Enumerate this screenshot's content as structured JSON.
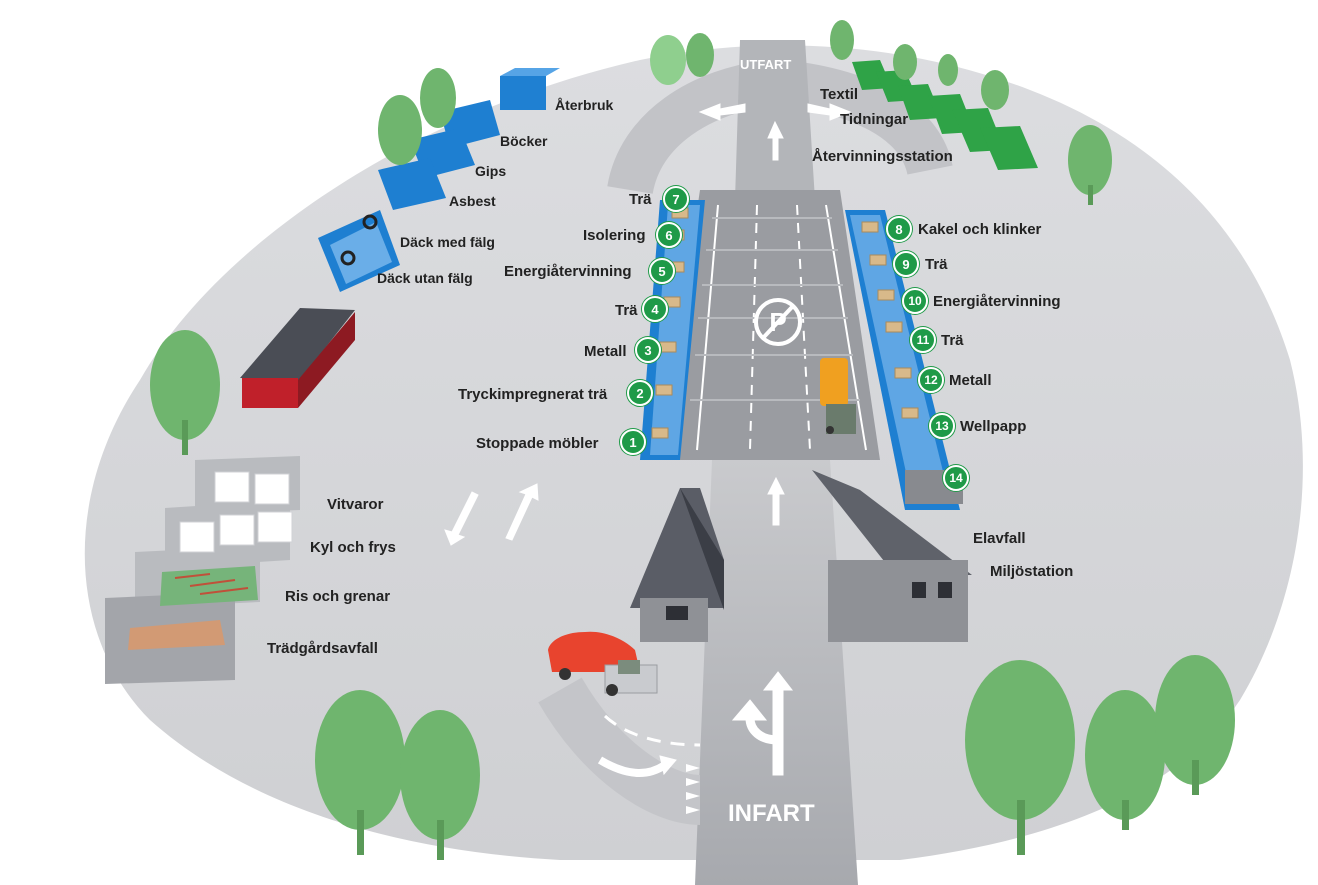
{
  "map": {
    "entrance": "INFART",
    "exit": "UTFART",
    "colors": {
      "ground": "#d4d5d8",
      "road": "#a9abb0",
      "container_blue": "#1e7fd1",
      "container_green": "#2fa347",
      "badge_green": "#1f9a48",
      "tree": "#6fb56e"
    },
    "icons": [
      "parking-icon",
      "arrow-icon",
      "tree-icon",
      "car-icon",
      "truck-icon"
    ],
    "left_stations": [
      {
        "number": "1",
        "label": "Stoppade möbler"
      },
      {
        "number": "2",
        "label": "Tryckimpregnerat trä"
      },
      {
        "number": "3",
        "label": "Metall"
      },
      {
        "number": "4",
        "label": "Trä"
      },
      {
        "number": "5",
        "label": "Energiåtervinning"
      },
      {
        "number": "6",
        "label": "Isolering"
      },
      {
        "number": "7",
        "label": "Trä"
      }
    ],
    "right_stations": [
      {
        "number": "8",
        "label": "Kakel och klinker"
      },
      {
        "number": "9",
        "label": "Trä"
      },
      {
        "number": "10",
        "label": "Energiåtervinning"
      },
      {
        "number": "11",
        "label": "Trä"
      },
      {
        "number": "12",
        "label": "Metall"
      },
      {
        "number": "13",
        "label": "Wellpapp"
      },
      {
        "number": "14",
        "label": ""
      }
    ],
    "top_left": {
      "aterbruk": "Återbruk",
      "bocker": "Böcker",
      "gips": "Gips",
      "asbest": "Asbest",
      "dack_med_falg": "Däck med fälg",
      "dack_utan_falg": "Däck utan fälg"
    },
    "top_right": {
      "textil": "Textil",
      "tidningar": "Tidningar",
      "atervinningsstation": "Återvinningsstation"
    },
    "left_area": {
      "vitvaror": "Vitvaror",
      "kyl_och_frys": "Kyl och frys",
      "ris_och_grenar": "Ris och grenar",
      "tradgardsavfall": "Trädgårdsavfall"
    },
    "buildings": {
      "elavfall": "Elavfall",
      "miljostation": "Miljöstation"
    }
  }
}
